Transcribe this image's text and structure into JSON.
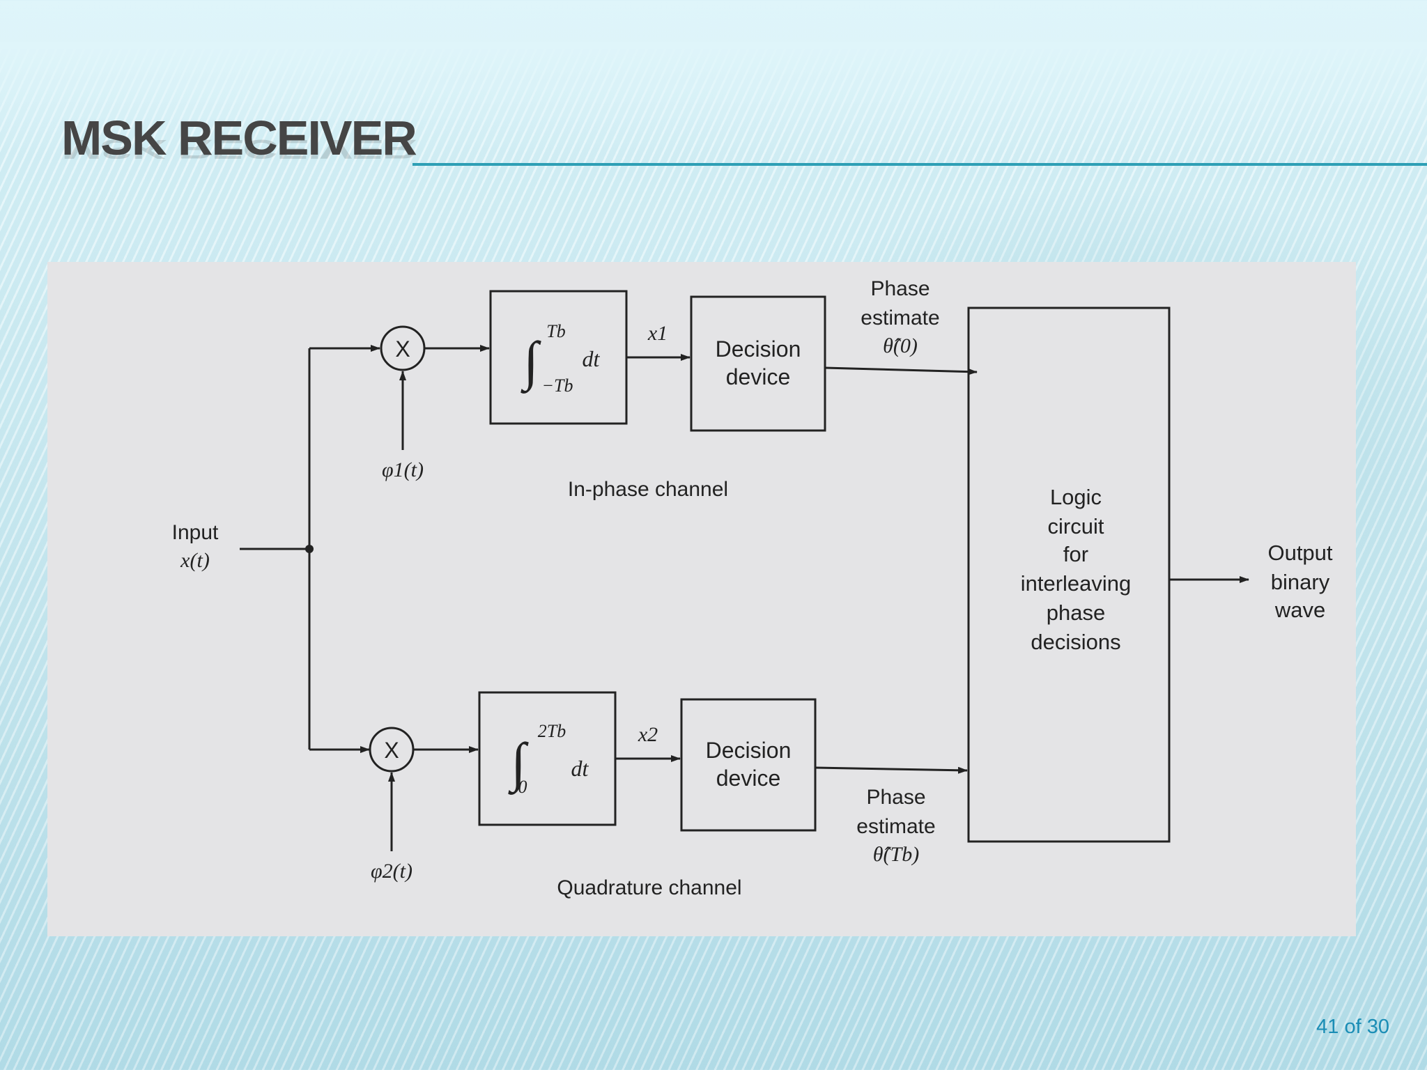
{
  "slide": {
    "title": "MSK RECEIVER",
    "page_number": "41 of 30"
  },
  "diagram": {
    "input_label": "Input",
    "input_signal": "x(t)",
    "inphase": {
      "multiplier_symbol": "X",
      "basis_label": "φ1(t)",
      "integrator_upper_limit": "Tb",
      "integrator_lower_limit": "−Tb",
      "integrand": "dt",
      "output_label": "x1",
      "decision_line1": "Decision",
      "decision_line2": "device",
      "channel_label": "In-phase channel",
      "phase_line1": "Phase",
      "phase_line2": "estimate",
      "phase_estimate": "θ̂(0)"
    },
    "quadrature": {
      "multiplier_symbol": "X",
      "basis_label": "φ2(t)",
      "integrator_upper_limit": "2Tb",
      "integrator_lower_limit": "0",
      "integrand": "dt",
      "output_label": "x2",
      "decision_line1": "Decision",
      "decision_line2": "device",
      "channel_label": "Quadrature channel",
      "phase_line1": "Phase",
      "phase_line2": "estimate",
      "phase_estimate": "θ̂(Tb)"
    },
    "logic_lines": [
      "Logic",
      "circuit",
      "for",
      "interleaving",
      "phase",
      "decisions"
    ],
    "output_lines": [
      "Output",
      "binary",
      "wave"
    ]
  }
}
